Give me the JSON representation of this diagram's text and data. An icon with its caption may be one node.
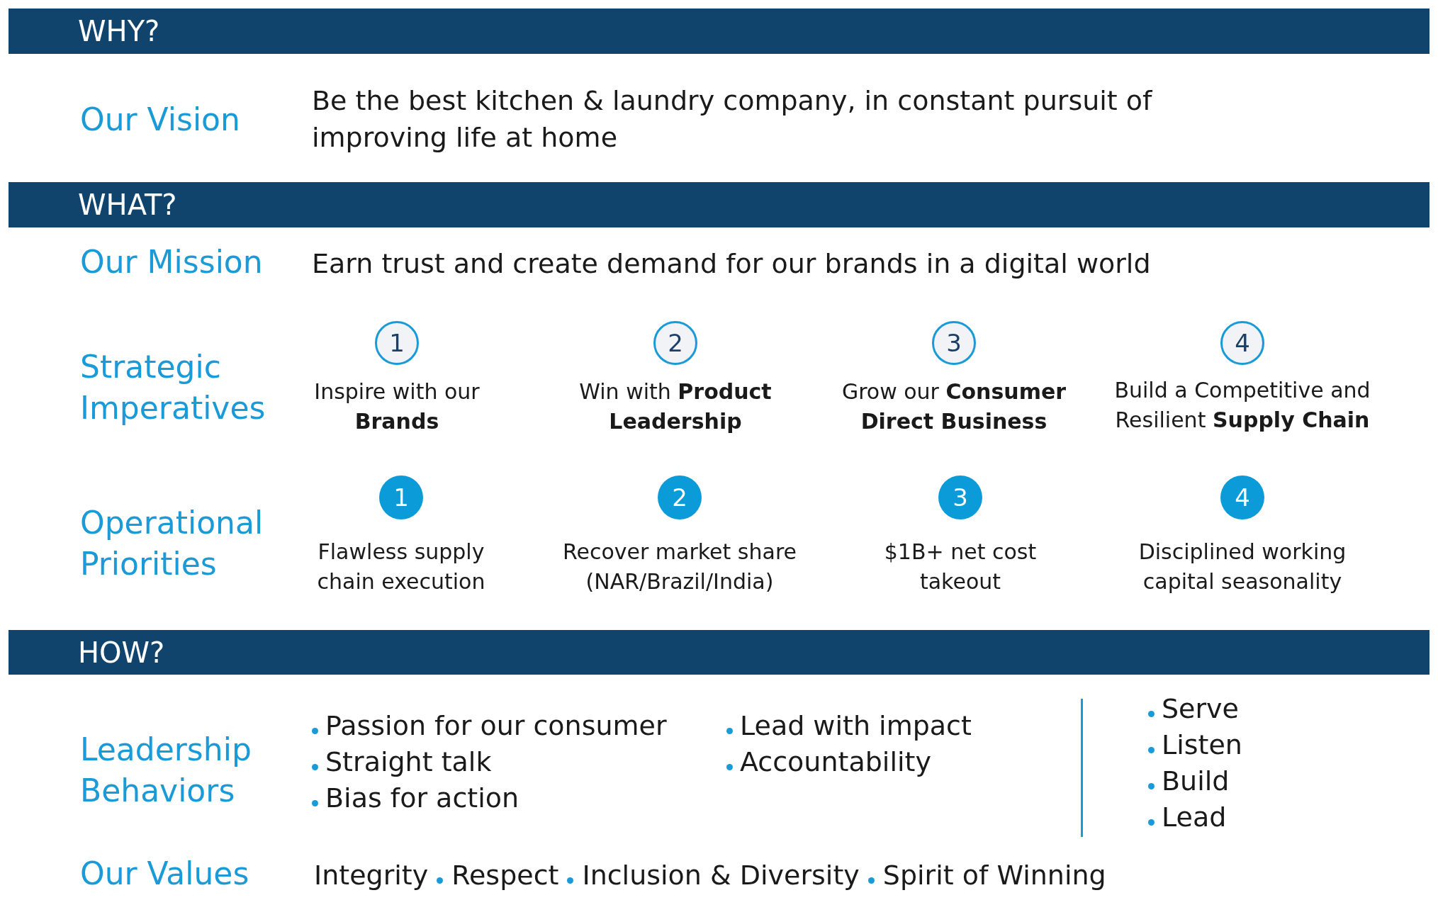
{
  "diagram": {
    "nodes": [
      {
        "text": [
          "WHY?"
        ]
      },
      {
        "text": [
          "WHAT?"
        ]
      },
      {
        "text": [
          "1"
        ],
        "beside": [
          "Inspire with our **Brands**"
        ]
      },
      {
        "text": [
          "2"
        ],
        "beside": [
          "Win with **Product Leadership**"
        ]
      },
      {
        "text": [
          "3"
        ],
        "beside": [
          "Grow our **Consumer Direct Business**"
        ]
      },
      {
        "text": [
          "4"
        ],
        "beside": [
          "Build a Competitive and Resilient **Supply Chain**"
        ]
      },
      {
        "text": [
          "1"
        ],
        "beside": [
          "Flawless supply chain execution"
        ]
      },
      {
        "text": [
          "2"
        ],
        "beside": [
          "Recover market share (NAR/Brazil/India)"
        ]
      },
      {
        "text": [
          "3"
        ],
        "beside": [
          "$1B+ net cost takeout"
        ]
      },
      {
        "text": [
          "4"
        ],
        "beside": [
          "Disciplined working capital seasonality"
        ]
      },
      {
        "text": [
          "HOW?"
        ]
      }
    ],
    "labels": [
      "Our Vision",
      "Be the best kitchen & laundry company, in constant pursuit of improving life at home",
      "Our Mission",
      "Earn trust and create demand for our brands in a digital world",
      "Strategic Imperatives",
      "Operational Priorities",
      "Leadership Behaviors",
      "Passion for our consumer",
      "Straight talk",
      "Bias for action",
      "Lead with impact",
      "Accountability",
      "Serve",
      "Listen",
      "Build",
      "Lead",
      "Our Values",
      "Integrity",
      "Respect",
      "Inclusion & Diversity",
      "Spirit of Winning"
    ]
  }
}
